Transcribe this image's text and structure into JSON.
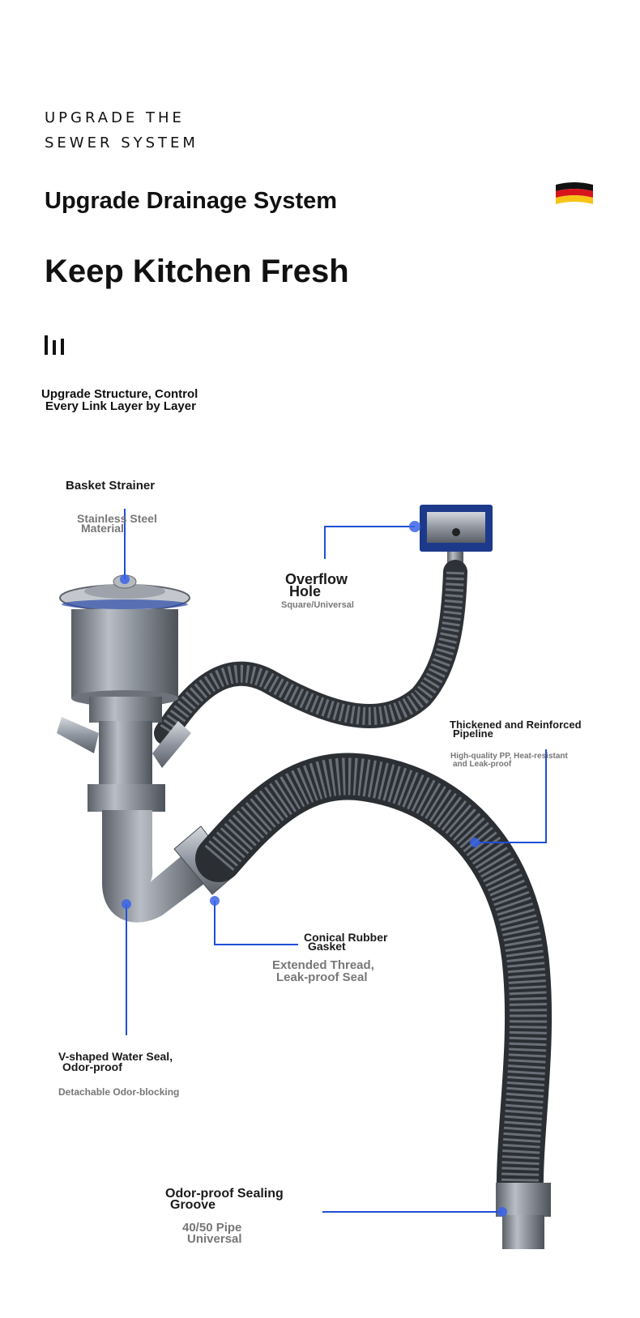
{
  "header": {
    "eyebrow_line1": "UPGRADE THE",
    "eyebrow_line2": "SEWER SYSTEM",
    "title_line1": "Upgrade Drainage System",
    "title_line2": "Keep Kitchen Fresh",
    "subtitle_line1": "Upgrade Structure, Control",
    "subtitle_line2": "Every Link Layer by Layer"
  },
  "icons": {
    "flag": "germany-flag-icon",
    "bars": "three-bars-icon"
  },
  "callouts": {
    "basket": {
      "title": "Basket Strainer",
      "note_line1": "Stainless Steel",
      "note_line2": "Material"
    },
    "overflow": {
      "title_line1": "Overflow",
      "title_line2": "Hole",
      "note": "Square/Universal"
    },
    "pipeline": {
      "title_line1": "Thickened and Reinforced",
      "title_line2": "Pipeline",
      "note_line1": "High-quality PP, Heat-resistant",
      "note_line2": "and Leak-proof"
    },
    "gasket": {
      "title_line1": "Conical Rubber",
      "title_line2": "Gasket",
      "note_line1": "Extended Thread,",
      "note_line2": "Leak-proof Seal"
    },
    "watertrap": {
      "title_line1": "V-shaped Water Seal,",
      "title_line2": "Odor-proof",
      "note": "Detachable Odor-blocking"
    },
    "groove": {
      "title_line1": "Odor-proof Sealing",
      "title_line2": "Groove",
      "note_line1": "40/50 Pipe",
      "note_line2": "Universal"
    }
  },
  "colors": {
    "accent_blue": "#1f4fd6",
    "pipe_dark": "#4a4e55",
    "pipe_light": "#9aa0a8",
    "text_dark": "#111111",
    "text_gray": "#777777"
  }
}
